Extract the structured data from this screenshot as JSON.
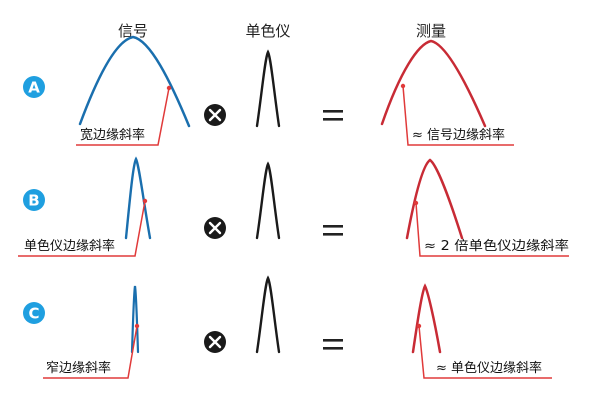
{
  "headers": {
    "signal": "信号",
    "instrument": "单色仪",
    "measure": "测量"
  },
  "rows": [
    {
      "badge": "A",
      "signal_label": "宽边缘斜率",
      "measure_label": "≈ 信号边缘斜率"
    },
    {
      "badge": "B",
      "signal_label": "单色仪边缘斜率",
      "measure_label": "≈ 2  倍单色仪边缘斜率"
    },
    {
      "badge": "C",
      "signal_label": "窄边缘斜率",
      "measure_label": "≈ 单色仪边缘斜率"
    }
  ],
  "operators": {
    "times": "⊗",
    "equals": "="
  },
  "colors": {
    "signal": "#1a6fae",
    "measure": "#c82b35",
    "annotation": "#e03a3a",
    "badge": "#1f9fe0",
    "instrument": "#1a1a1a"
  }
}
